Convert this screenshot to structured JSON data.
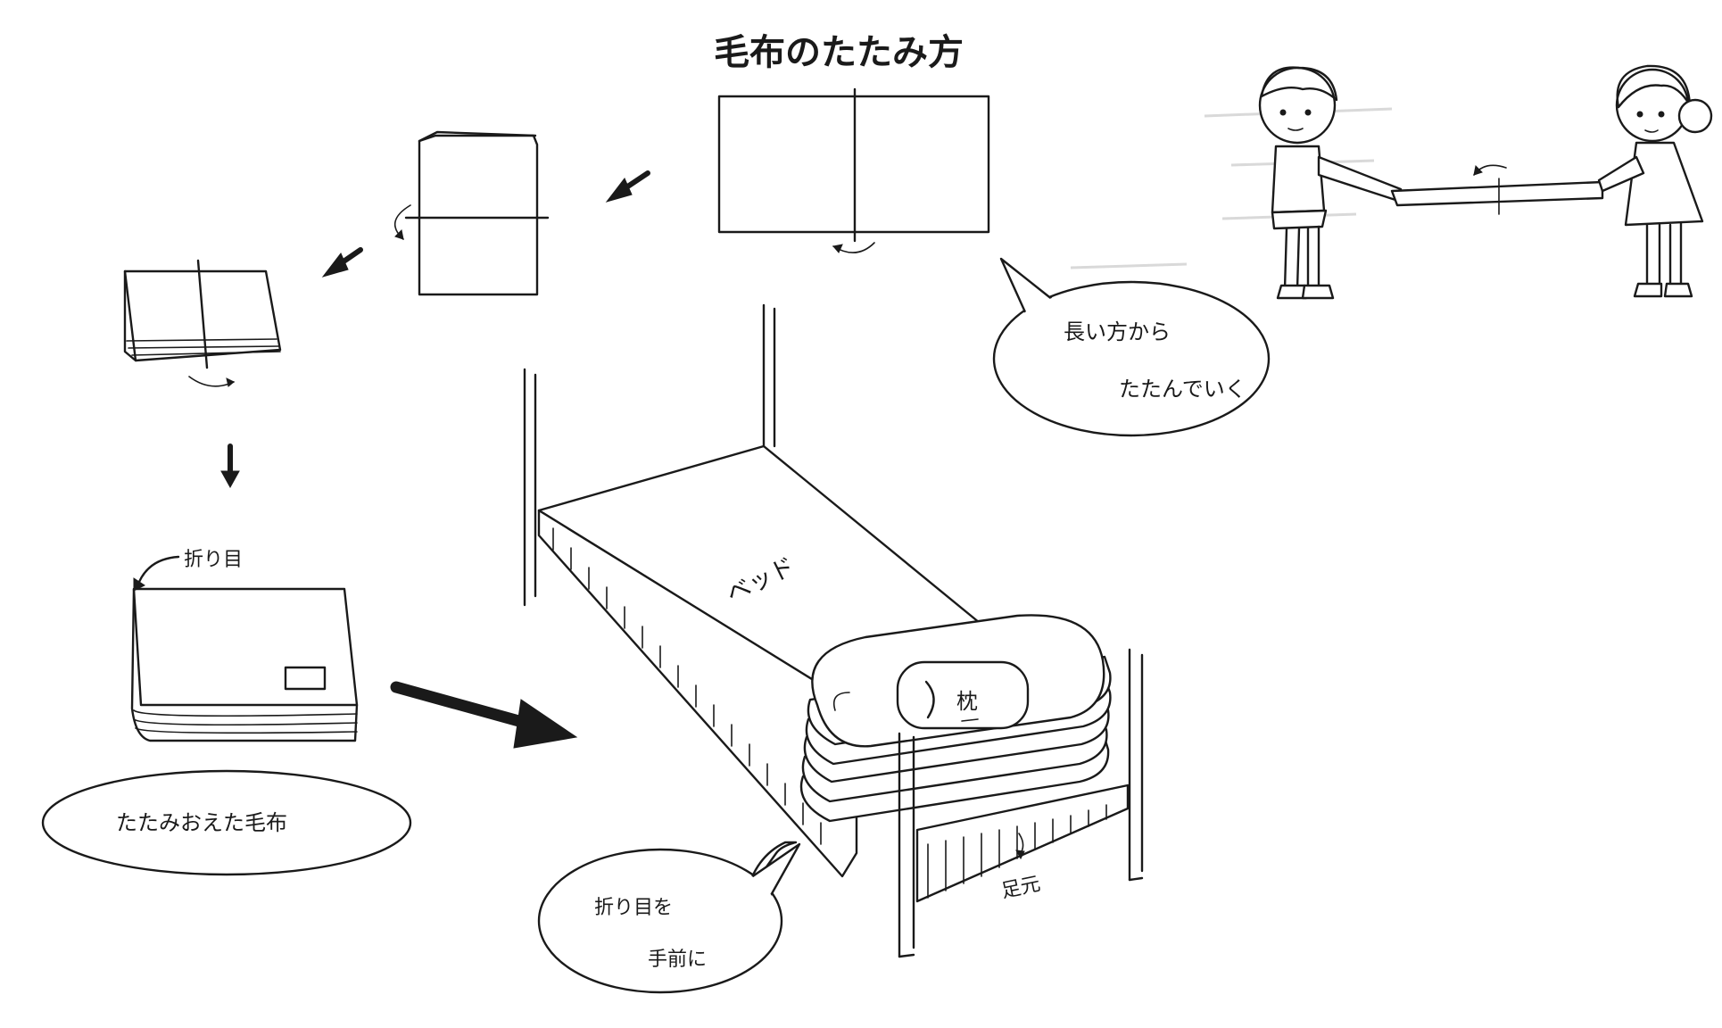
{
  "title": "毛布のたたみ方",
  "bubbles": {
    "long_side_line1": "長い方から",
    "long_side_line2": "たたんでいく",
    "folded_blanket": "たたみおえた毛布",
    "crease_front_line1": "折り目を",
    "crease_front_line2": "手前に"
  },
  "labels": {
    "crease": "折り目",
    "bed": "ベッド",
    "pillow": "枕",
    "foot_end": "足元"
  },
  "colors": {
    "ink": "#1a1a1a",
    "paper": "#ffffff"
  }
}
